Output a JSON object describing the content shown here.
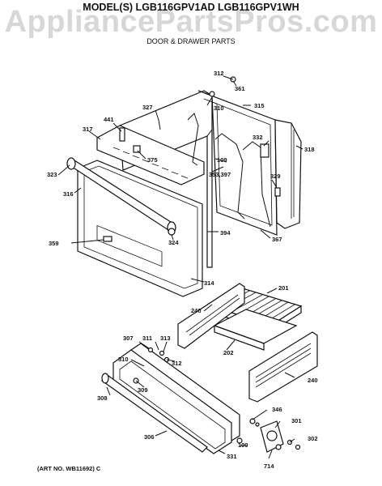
{
  "watermark": "AppliancePartsPros.com",
  "header": {
    "model_line": "MODEL(S) LGB116GPV1AD  LGB116GPV1WH",
    "section_title": "DOOR & DRAWER PARTS"
  },
  "footer": {
    "art_no": "(ART NO. WB11692) C"
  },
  "callouts": {
    "c312a": "312",
    "c361": "361",
    "c315": "315",
    "c310": "310",
    "c327": "327",
    "c441": "441",
    "c317": "317",
    "c332": "332",
    "c318": "318",
    "c109a": "109",
    "c375": "375",
    "c353": "353,397",
    "c323": "323",
    "c329": "329",
    "c316": "316",
    "c324": "324",
    "c394": "394",
    "c367": "367",
    "c359": "359",
    "c314": "314",
    "c201": "201",
    "c240a": "240",
    "c307": "307",
    "c311": "311",
    "c313": "313",
    "c202": "202",
    "c312b": "312",
    "c310b": "310",
    "c240b": "240",
    "c309": "309",
    "c308": "308",
    "c346": "346",
    "c301": "301",
    "c306": "306",
    "c302": "302",
    "c109b": "109",
    "c331": "331",
    "c714": "714"
  }
}
